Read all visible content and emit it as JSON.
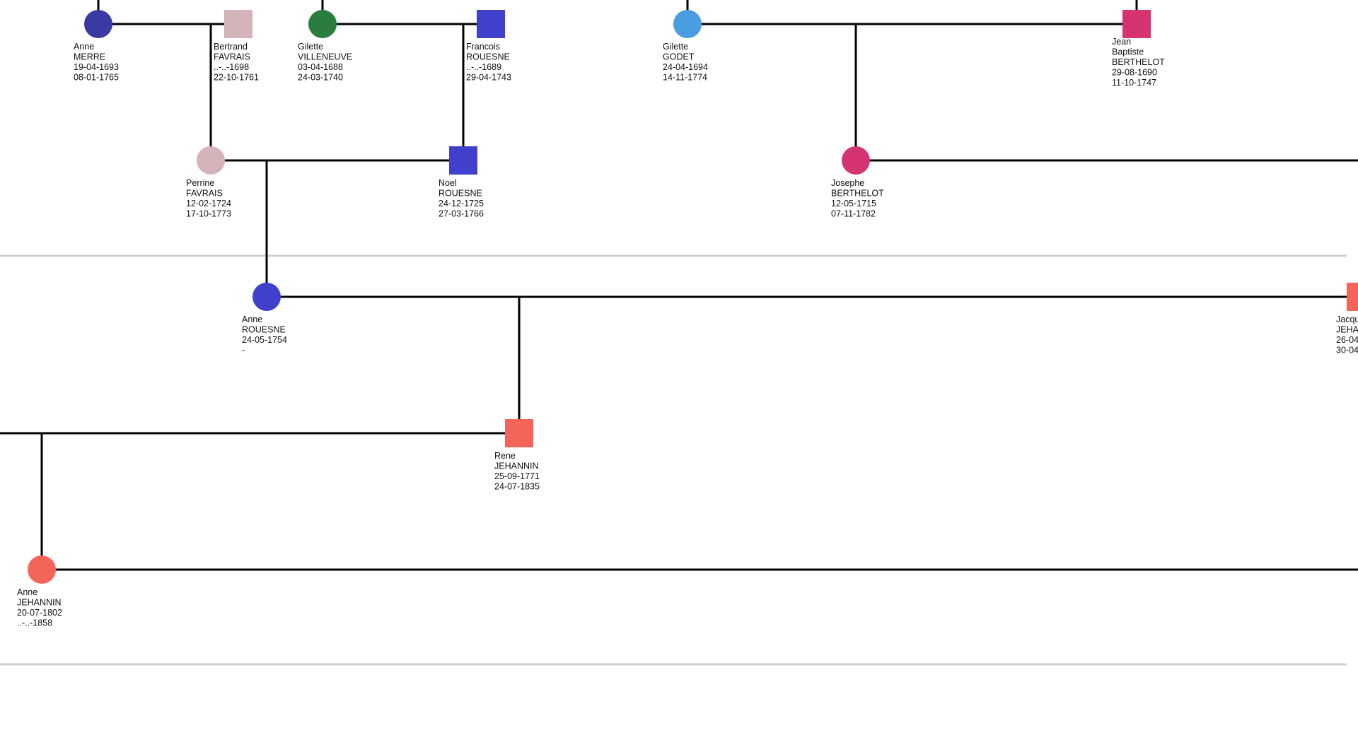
{
  "people": [
    {
      "id": "anne-merre",
      "shape": "circle",
      "color": "#3a3aa5",
      "lines": [
        "Anne",
        "MERRE",
        "19-04-1693",
        "08-01-1765"
      ]
    },
    {
      "id": "bertrand-favrais",
      "shape": "square",
      "color": "#d5b3bb",
      "lines": [
        "Bertrand",
        "FAVRAIS",
        "..-..-1698",
        "22-10-1761"
      ]
    },
    {
      "id": "gilette-villeneuve",
      "shape": "circle",
      "color": "#2a7d3d",
      "lines": [
        "Gilette",
        "VILLENEUVE",
        "03-04-1688",
        "24-03-1740"
      ]
    },
    {
      "id": "francois-rouesne",
      "shape": "square",
      "color": "#4040cc",
      "lines": [
        "Francois",
        "ROUESNE",
        "..-..-1689",
        "29-04-1743"
      ]
    },
    {
      "id": "gilette-godet",
      "shape": "circle",
      "color": "#4a9de0",
      "lines": [
        "Gilette",
        "GODET",
        "24-04-1694",
        "14-11-1774"
      ]
    },
    {
      "id": "jean-baptiste-berthelot",
      "shape": "square",
      "color": "#d63372",
      "lines": [
        "Jean",
        "Baptiste",
        "BERTHELOT",
        "29-08-1690",
        "11-10-1747"
      ]
    },
    {
      "id": "perrine-favrais",
      "shape": "circle",
      "color": "#d5b3bb",
      "lines": [
        "Perrine",
        "FAVRAIS",
        "12-02-1724",
        "17-10-1773"
      ]
    },
    {
      "id": "noel-rouesne",
      "shape": "square",
      "color": "#4040cc",
      "lines": [
        "Noel",
        "ROUESNE",
        "24-12-1725",
        "27-03-1766"
      ]
    },
    {
      "id": "josephe-berthelot",
      "shape": "circle",
      "color": "#d63372",
      "lines": [
        "Josephe",
        "BERTHELOT",
        "12-05-1715",
        "07-11-1782"
      ]
    },
    {
      "id": "anne-rouesne",
      "shape": "circle",
      "color": "#4040cc",
      "lines": [
        "Anne",
        "ROUESNE",
        "24-05-1754",
        "-"
      ]
    },
    {
      "id": "jacques-jehannin",
      "shape": "square",
      "color": "#f56459",
      "lines": [
        "Jacqu",
        "JEHA",
        "26-04",
        "30-04"
      ]
    },
    {
      "id": "rene-jehannin",
      "shape": "square",
      "color": "#f56459",
      "lines": [
        "Rene",
        "JEHANNIN",
        "25-09-1771",
        "24-07-1835"
      ]
    },
    {
      "id": "anne-jehannin",
      "shape": "circle",
      "color": "#f56459",
      "lines": [
        "Anne",
        "JEHANNIN",
        "20-07-1802",
        "..-..-1858"
      ]
    }
  ]
}
